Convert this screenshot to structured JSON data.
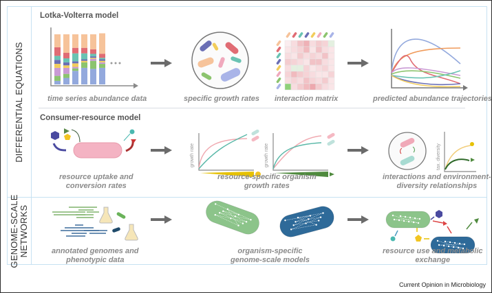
{
  "sections": {
    "differential_equations": {
      "label": "DIFFERENTIAL EQUATIONS",
      "lotka_volterra": {
        "title": "Lotka-Volterra model",
        "steps": [
          {
            "caption": "time series abundance data",
            "icon": "stacked-bar-chart-icon"
          },
          {
            "caption": "specific growth rates",
            "icon": "petri-dish-bacteria-icon"
          },
          {
            "caption": "interaction matrix",
            "icon": "heatmap-matrix-icon"
          },
          {
            "caption": "predicted abundance trajectories",
            "icon": "trajectory-lines-icon"
          }
        ],
        "ellipsis": "•••"
      },
      "consumer_resource": {
        "title": "Consumer-resource model",
        "steps": [
          {
            "caption_line1": "resource uptake and",
            "caption_line2": "conversion rates",
            "icon": "bacterium-uptake-icon"
          },
          {
            "caption_line1": "resource-specific organism",
            "caption_line2": "growth rates",
            "icon": "growth-curve-icon",
            "ylabel": "growth rate"
          },
          {
            "caption_line1": "interactions and environment-",
            "caption_line2": "diversity relationships",
            "icon": "diversity-curve-icon",
            "ylabel": "tax. diversity"
          }
        ]
      }
    },
    "genome_scale": {
      "label_line1": "GENOME-SCALE",
      "label_line2": "NETWORKS",
      "steps": [
        {
          "caption_line1": "annotated genomes and",
          "caption_line2": "phenotypic data",
          "icon": "genome-flask-icon"
        },
        {
          "caption_line1": "organism-specific",
          "caption_line2": "genome-scale models",
          "icon": "network-bacterium-icon"
        },
        {
          "caption_line1": "resource use and metabolic",
          "caption_line2": "exchange",
          "icon": "metabolic-exchange-icon"
        }
      ]
    }
  },
  "colors": {
    "border": "#c6e1f2",
    "arrow": "#6b6b6b",
    "caption": "#8a8a8a",
    "palette": [
      "#f6c39a",
      "#e06c74",
      "#6ac3b3",
      "#6b6fb5",
      "#f2cd5c",
      "#c99ad4",
      "#8cc46e",
      "#93a9dd"
    ],
    "green_cell": "#8fd07a",
    "network_green": "#8cc48a",
    "network_blue": "#2e6a99"
  },
  "credit": "Current Opinion in Microbiology"
}
